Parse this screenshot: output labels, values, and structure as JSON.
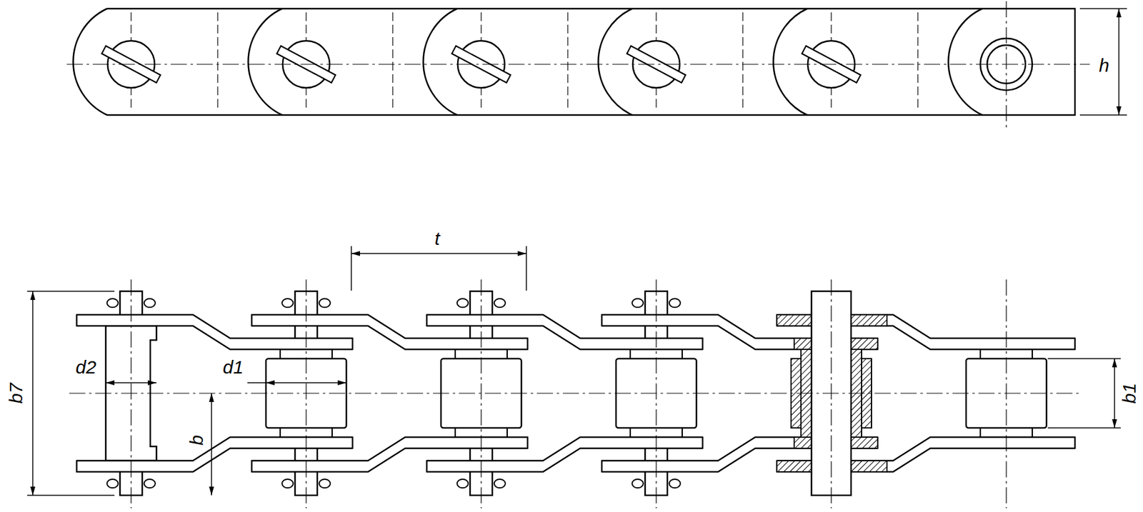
{
  "diagram": {
    "labels": [
      "h",
      "t",
      "b7",
      "d2",
      "d1",
      "b",
      "b1"
    ]
  }
}
